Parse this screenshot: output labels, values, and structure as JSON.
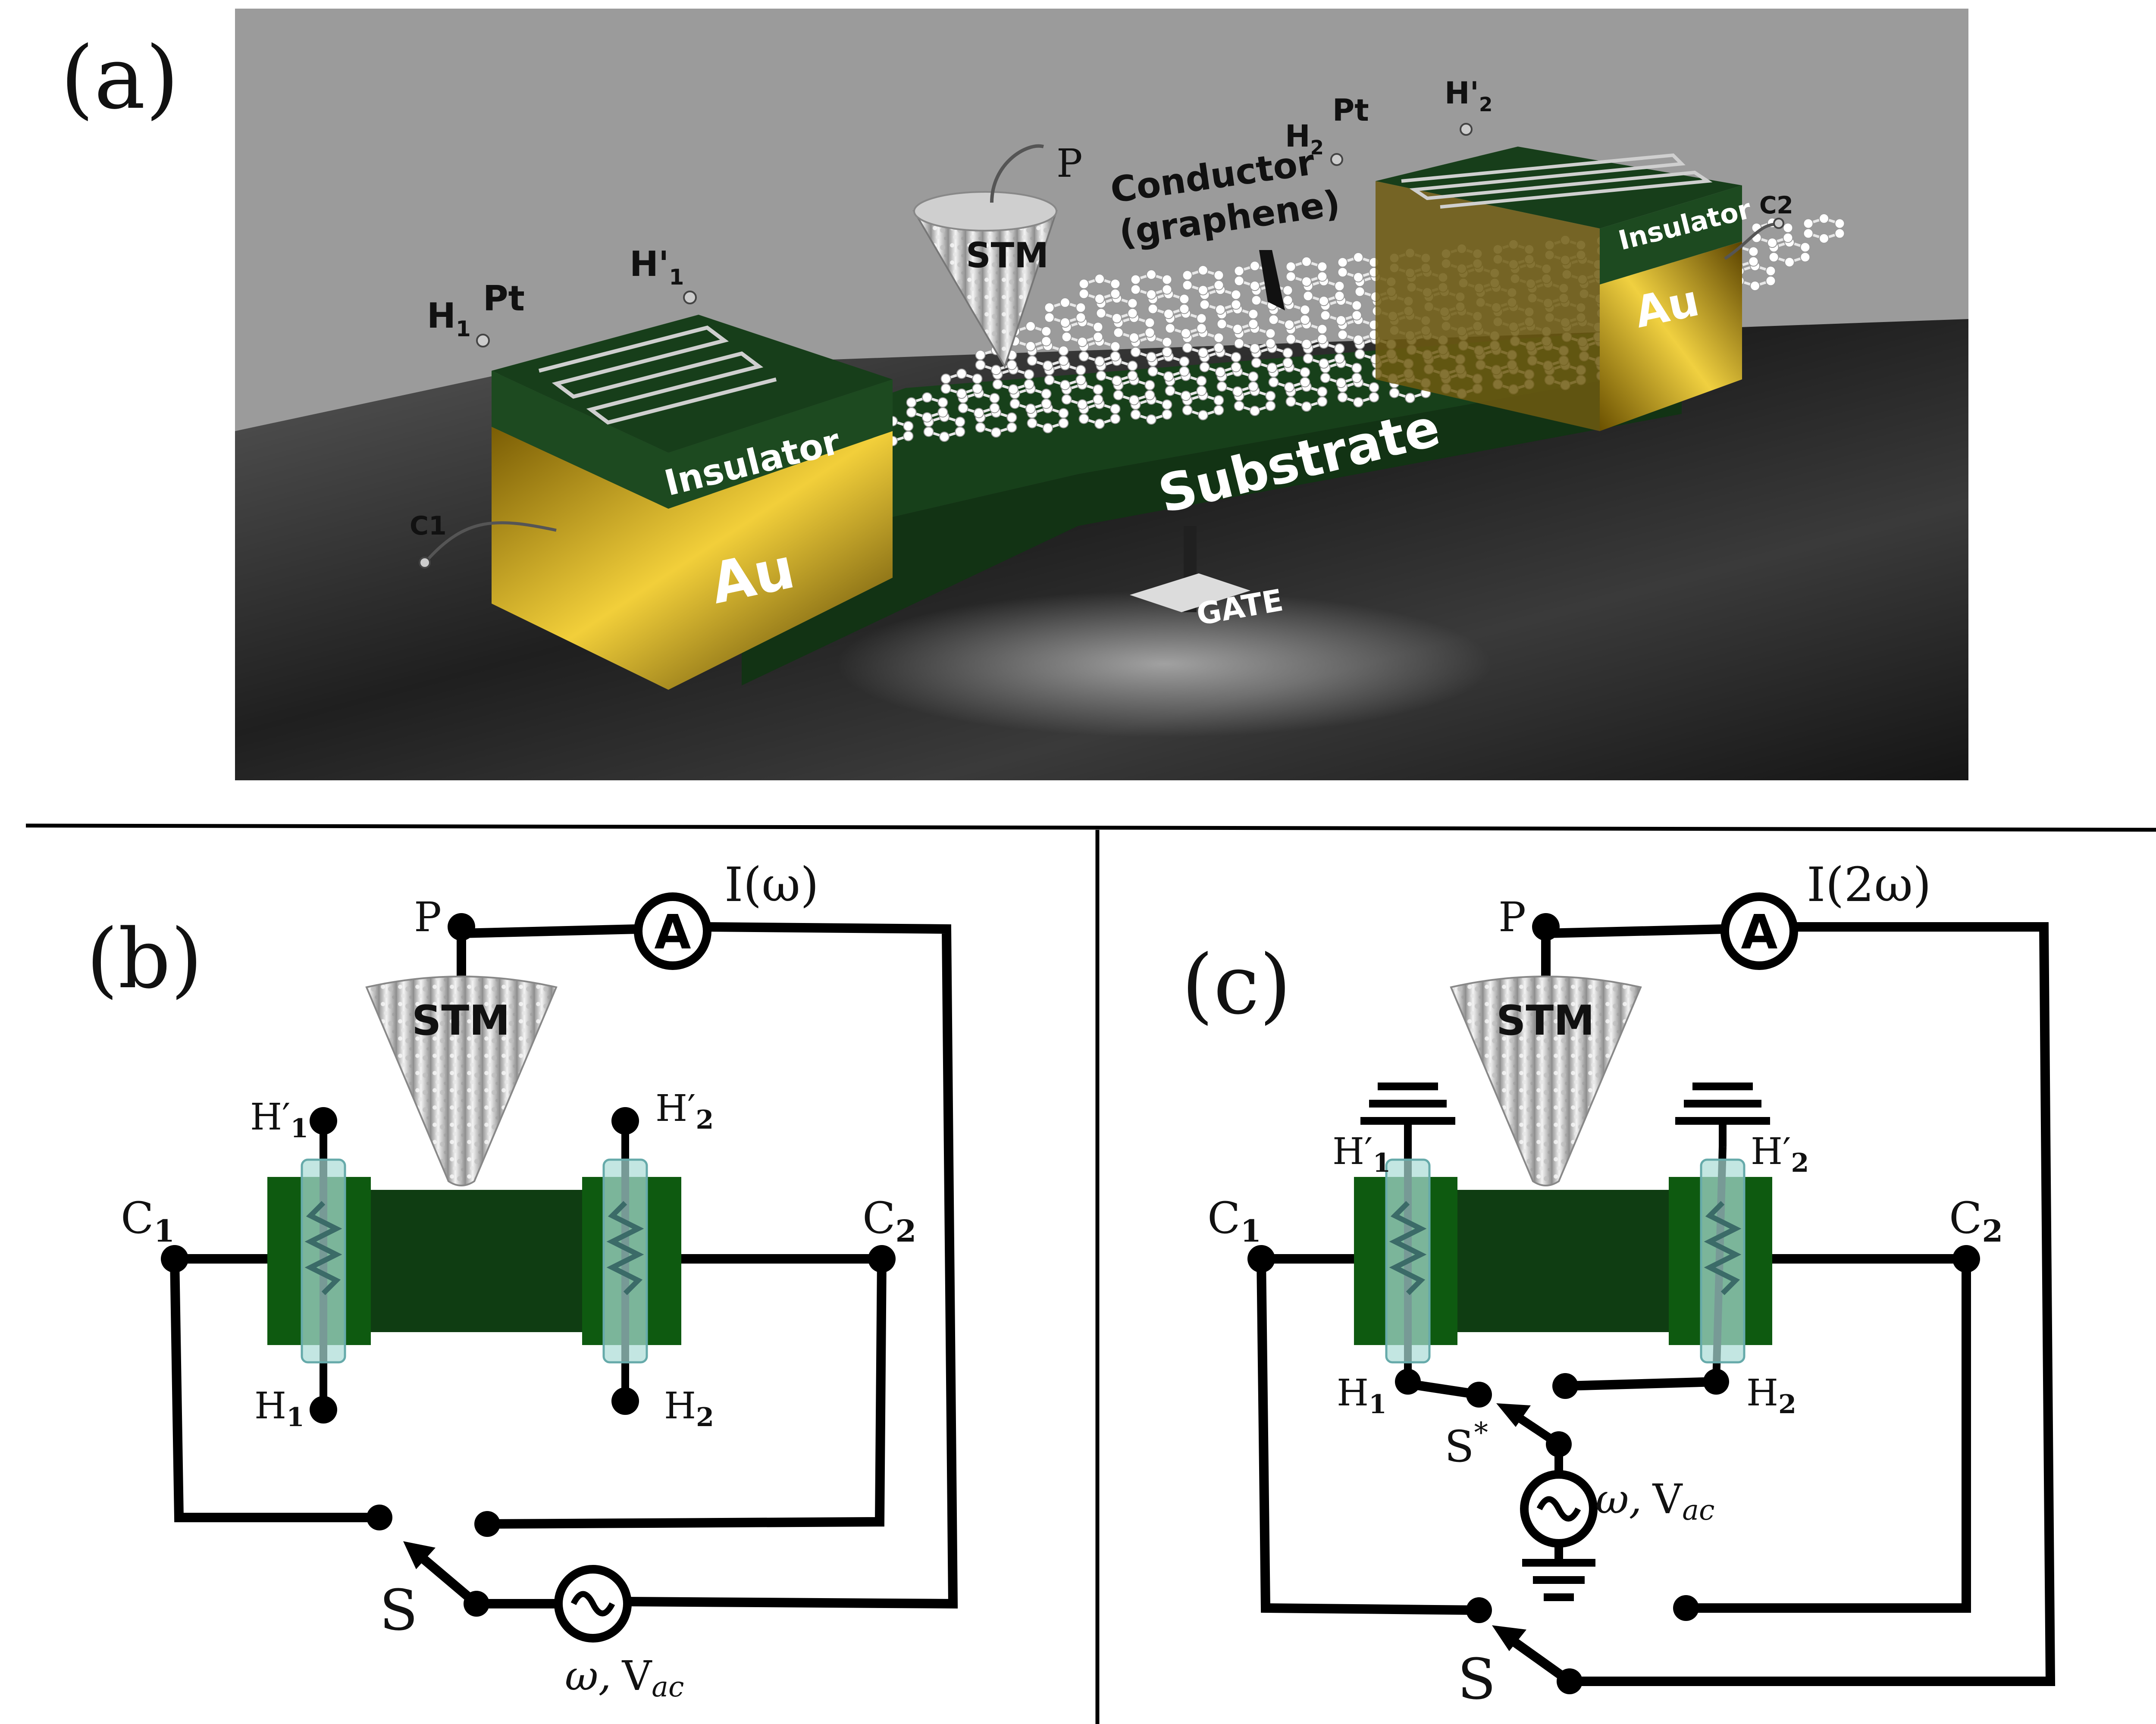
{
  "panels": {
    "a": {
      "tag": "(a)",
      "labels": {
        "stm": "STM",
        "p": "P",
        "conductor_line1": "Conductor",
        "conductor_line2": "(graphene)",
        "substrate": "Substrate",
        "gate": "GATE",
        "insulator_left": "Insulator",
        "insulator_right": "Insulator",
        "au_left": "Au",
        "au_right": "Au",
        "pt_left": "Pt",
        "pt_right": "Pt",
        "h1": "H",
        "h1_sub": "1",
        "h1p": "H'",
        "h1p_sub": "1",
        "h2": "H",
        "h2_sub": "2",
        "h2p": "H'",
        "h2p_sub": "2",
        "c1": "C1",
        "c2": "C2"
      }
    },
    "b": {
      "tag": "(b)",
      "labels": {
        "p": "P",
        "ammeter": "A",
        "current": "I(ω)",
        "stm": "STM",
        "c1": "C",
        "c1_sub": "1",
        "c2": "C",
        "c2_sub": "2",
        "h1": "H",
        "h1_sub": "1",
        "h1p": "H′",
        "h1p_sub": "1",
        "h2": "H",
        "h2_sub": "2",
        "h2p": "H′",
        "h2p_sub": "2",
        "switch": "S",
        "source_omega": "ω,",
        "source_v": "V",
        "source_v_sub": "ac"
      }
    },
    "c": {
      "tag": "(c)",
      "labels": {
        "p": "P",
        "ammeter": "A",
        "current": "I(2ω)",
        "stm": "STM",
        "c1": "C",
        "c1_sub": "1",
        "c2": "C",
        "c2_sub": "2",
        "h1": "H",
        "h1_sub": "1",
        "h1p": "H′",
        "h1p_sub": "1",
        "h2": "H",
        "h2_sub": "2",
        "h2p": "H′",
        "h2p_sub": "2",
        "switch": "S",
        "switch_star": "S",
        "switch_star_sup": "*",
        "source_omega": "ω,",
        "source_v": "V",
        "source_v_sub": "ac"
      }
    }
  },
  "colors": {
    "dark_green": "#0f3d12",
    "bright_green": "#0e5a10",
    "gold": "#c9a21a",
    "wire": "#000000",
    "heater_tube": "#a9dcd6",
    "background_3d": "#9a9a9a"
  },
  "icons": [
    "stm-tip-icon",
    "ammeter-icon",
    "ac-source-icon",
    "ground-icon",
    "switch-icon",
    "heater-resistor-icon"
  ]
}
